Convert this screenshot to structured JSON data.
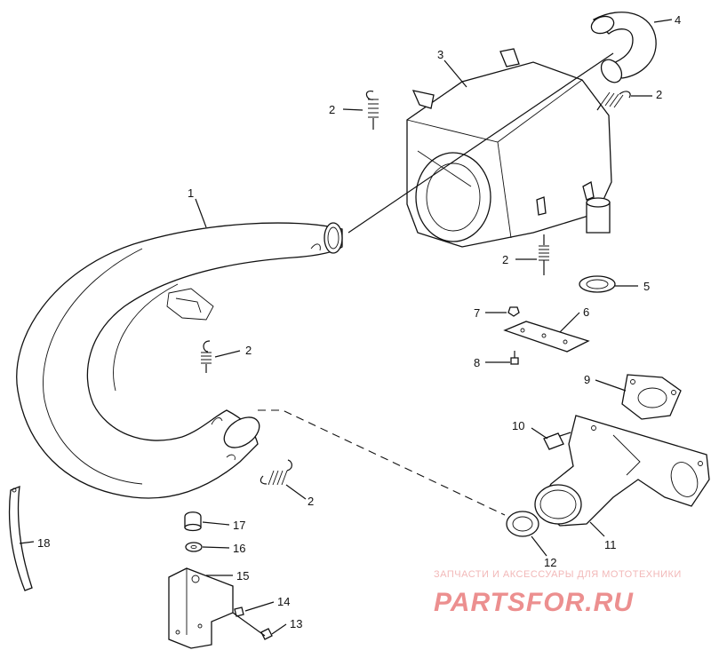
{
  "callouts": {
    "c1": "1",
    "c2a": "2",
    "c2b": "2",
    "c2c": "2",
    "c2d": "2",
    "c2e": "2",
    "c3": "3",
    "c4": "4",
    "c5": "5",
    "c6": "6",
    "c7": "7",
    "c8": "8",
    "c9": "9",
    "c10": "10",
    "c11": "11",
    "c12": "12",
    "c13": "13",
    "c14": "14",
    "c15": "15",
    "c16": "16",
    "c17": "17",
    "c18": "18"
  },
  "watermark": {
    "line1": "ЗАПЧАСТИ И АКСЕССУАРЫ ДЛЯ МОТОТЕХНИКИ",
    "line2": "PARTSFOR.RU",
    "color_light": "#f2b8b8",
    "color_main": "#ec8f8f"
  }
}
